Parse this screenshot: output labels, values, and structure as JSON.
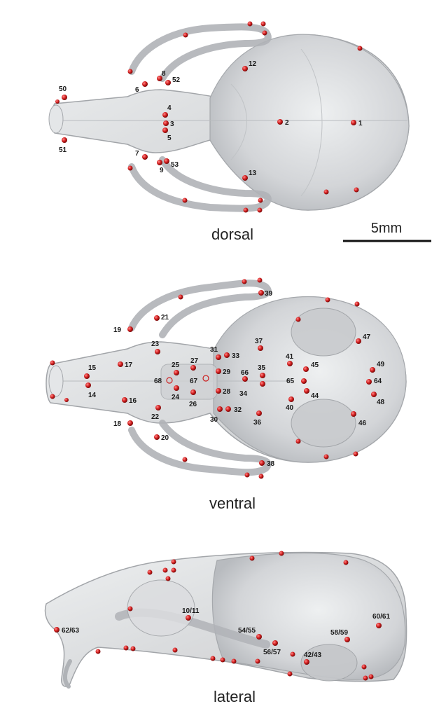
{
  "views": {
    "dorsal": {
      "title": "dorsal"
    },
    "ventral": {
      "title": "ventral"
    },
    "lateral": {
      "title": "lateral"
    }
  },
  "scale_bar": {
    "label": "5mm"
  },
  "colors": {
    "landmark": "#cc1f1f",
    "skull_fill": "#d9dadc",
    "skull_stroke": "#9ea1a5",
    "text": "#1a1a1a"
  },
  "landmark_labels": {
    "dorsal": [
      "1",
      "2",
      "3",
      "4",
      "5",
      "6",
      "7",
      "8",
      "9",
      "12",
      "13",
      "50",
      "51",
      "52",
      "53"
    ],
    "ventral": [
      "14",
      "15",
      "16",
      "17",
      "18",
      "19",
      "20",
      "21",
      "22",
      "23",
      "24",
      "25",
      "26",
      "27",
      "28",
      "29",
      "30",
      "31",
      "32",
      "33",
      "34",
      "35",
      "36",
      "37",
      "38",
      "39",
      "40",
      "41",
      "44",
      "45",
      "46",
      "47",
      "48",
      "49",
      "64",
      "65",
      "66",
      "67",
      "68"
    ],
    "lateral": [
      "10/11",
      "42/43",
      "54/55",
      "56/57",
      "58/59",
      "60/61",
      "62/63"
    ]
  }
}
